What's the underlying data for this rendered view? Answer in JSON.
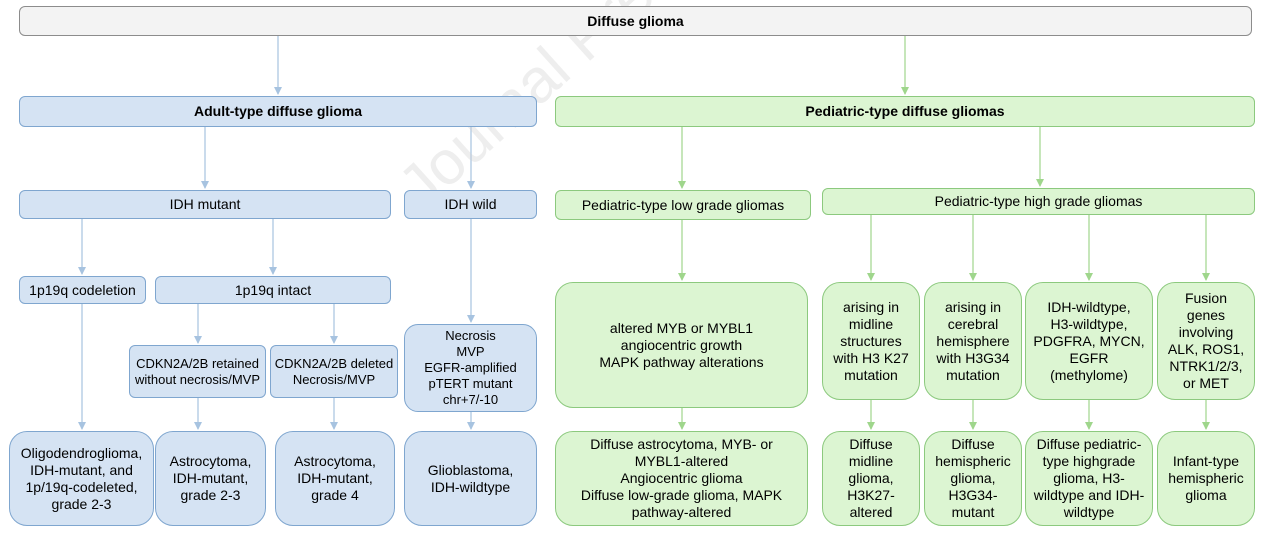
{
  "root": "Diffuse glioma",
  "adult": {
    "title": "Adult-type diffuse glioma",
    "idh_mutant": "IDH mutant",
    "idh_wild": "IDH wild",
    "codeletion": "1p19q codeletion",
    "intact": "1p19q intact",
    "cdkn_retained": "CDKN2A/2B retained\nwithout necrosis/MVP",
    "cdkn_deleted": "CDKN2A/2B deleted\nNecrosis/MVP",
    "gbm_features": "Necrosis\nMVP\nEGFR-amplified\npTERT mutant\nchr+7/-10",
    "oligo": "Oligodendroglioma,\nIDH-mutant, and\n1p/19q-codeleted,\ngrade 2-3",
    "astro_23": "Astrocytoma,\nIDH-mutant,\ngrade 2-3",
    "astro_4": "Astrocytoma,\nIDH-mutant,\ngrade 4",
    "gbm": "Glioblastoma,\nIDH-wildtype"
  },
  "pediatric": {
    "title": "Pediatric-type diffuse gliomas",
    "low_grade": "Pediatric-type low grade gliomas",
    "high_grade": "Pediatric-type high grade gliomas",
    "low_features": "altered MYB or MYBL1\nangiocentric growth\nMAPK pathway alterations",
    "low_result": "Diffuse astrocytoma, MYB- or\nMYBL1-altered\nAngiocentric glioma\nDiffuse low-grade glioma, MAPK\npathway-altered",
    "midline": "arising in\nmidline\nstructures\nwith H3 K27\nmutation",
    "hemisphere": "arising in\ncerebral\nhemisphere\nwith H3G34\nmutation",
    "idh_wt": "IDH-wildtype,\nH3-wildtype,\nPDGFRA, MYCN,\nEGFR\n(methylome)",
    "fusion": "Fusion\ngenes\ninvolving\nALK, ROS1,\nNTRK1/2/3,\nor MET",
    "midline_result": "Diffuse\nmidline\nglioma,\nH3K27-\naltered",
    "hemispheric_result": "Diffuse\nhemispheric\nglioma,\nH3G34-\nmutant",
    "pediatric_hg_result": "Diffuse pediatric-\ntype highgrade\nglioma, H3-\nwildtype and IDH-\nwildtype",
    "infant_result": "Infant-type\nhemispheric\nglioma"
  },
  "watermark": "Journal Pre-proof",
  "colors": {
    "blue_arrow": "#a7c3e0",
    "green_arrow": "#9fd68c",
    "blue_fill": "#d5e3f3",
    "green_fill": "#dcf5d2"
  }
}
